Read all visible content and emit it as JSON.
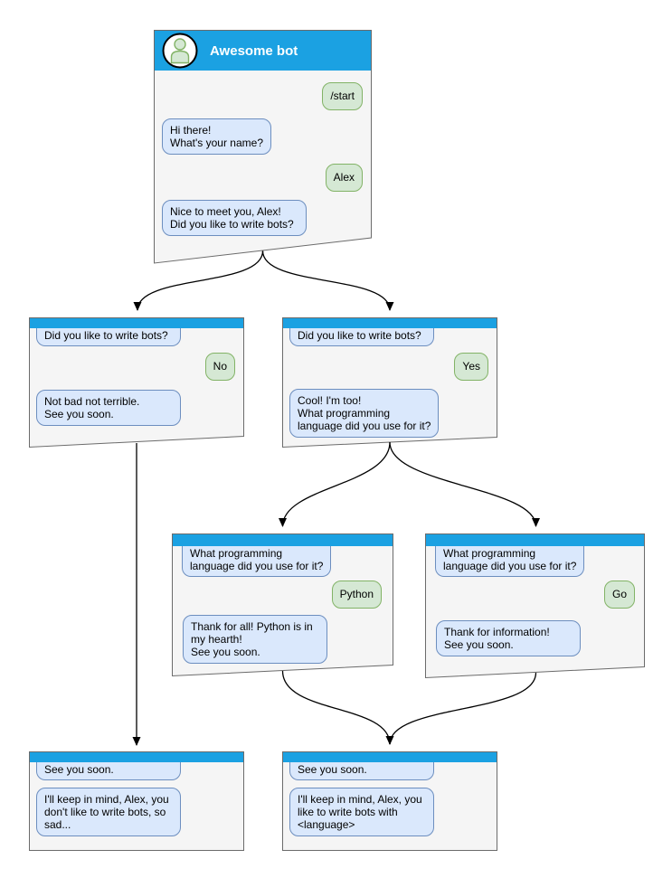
{
  "diagram_type": "chatbot-conversation-flowchart",
  "colors": {
    "header_blue": "#1BA1E2",
    "node_background": "#F5F5F5",
    "node_border": "#6B6B6B",
    "bot_bubble_fill": "#DAE8FC",
    "bot_bubble_border": "#6C8EBF",
    "user_bubble_fill": "#D5E8D4",
    "user_bubble_border": "#82B366",
    "arrow": "#000000"
  },
  "nodes": [
    {
      "id": "awesome-bot",
      "title": "Awesome bot",
      "messages": [
        {
          "from": "user",
          "text": "/start"
        },
        {
          "from": "bot",
          "text": "Hi there!\nWhat's your name?"
        },
        {
          "from": "user",
          "text": "Alex"
        },
        {
          "from": "bot",
          "text": "Nice to meet you, Alex!\nDid you like to write bots?"
        }
      ]
    },
    {
      "id": "branch-no",
      "messages": [
        {
          "from": "bot",
          "text": "Did you like to write bots?"
        },
        {
          "from": "user",
          "text": "No"
        },
        {
          "from": "bot",
          "text": "Not bad not terrible.\nSee you soon."
        }
      ]
    },
    {
      "id": "branch-yes",
      "messages": [
        {
          "from": "bot",
          "text": "Did you like to write bots?"
        },
        {
          "from": "user",
          "text": "Yes"
        },
        {
          "from": "bot",
          "text": "Cool! I'm too!\nWhat programming\nlanguage did you use for it?"
        }
      ]
    },
    {
      "id": "branch-python",
      "messages": [
        {
          "from": "bot",
          "text": "What programming\nlanguage did you use for it?"
        },
        {
          "from": "user",
          "text": "Python"
        },
        {
          "from": "bot",
          "text": "Thank for all! Python is in\nmy hearth!\nSee you soon."
        }
      ]
    },
    {
      "id": "branch-go",
      "messages": [
        {
          "from": "bot",
          "text": "What programming\nlanguage did you use for it?"
        },
        {
          "from": "user",
          "text": "Go"
        },
        {
          "from": "bot",
          "text": "Thank for information!\nSee you soon."
        }
      ]
    },
    {
      "id": "end-no",
      "messages": [
        {
          "from": "bot",
          "text": "See you soon."
        },
        {
          "from": "bot",
          "text": "I'll keep in mind, Alex, you\ndon't like to write bots, so\nsad..."
        }
      ]
    },
    {
      "id": "end-yes",
      "messages": [
        {
          "from": "bot",
          "text": "See you soon."
        },
        {
          "from": "bot",
          "text": "I'll keep in mind, Alex, you\nlike to write bots with\n<language>"
        }
      ]
    },
    {
      "id": "edges_note",
      "messages": []
    }
  ],
  "edges": [
    {
      "from": "awesome-bot",
      "to": "branch-no"
    },
    {
      "from": "awesome-bot",
      "to": "branch-yes"
    },
    {
      "from": "branch-no",
      "to": "end-no"
    },
    {
      "from": "branch-yes",
      "to": "branch-python"
    },
    {
      "from": "branch-yes",
      "to": "branch-go"
    },
    {
      "from": "branch-python",
      "to": "end-yes"
    },
    {
      "from": "branch-go",
      "to": "end-yes"
    }
  ]
}
